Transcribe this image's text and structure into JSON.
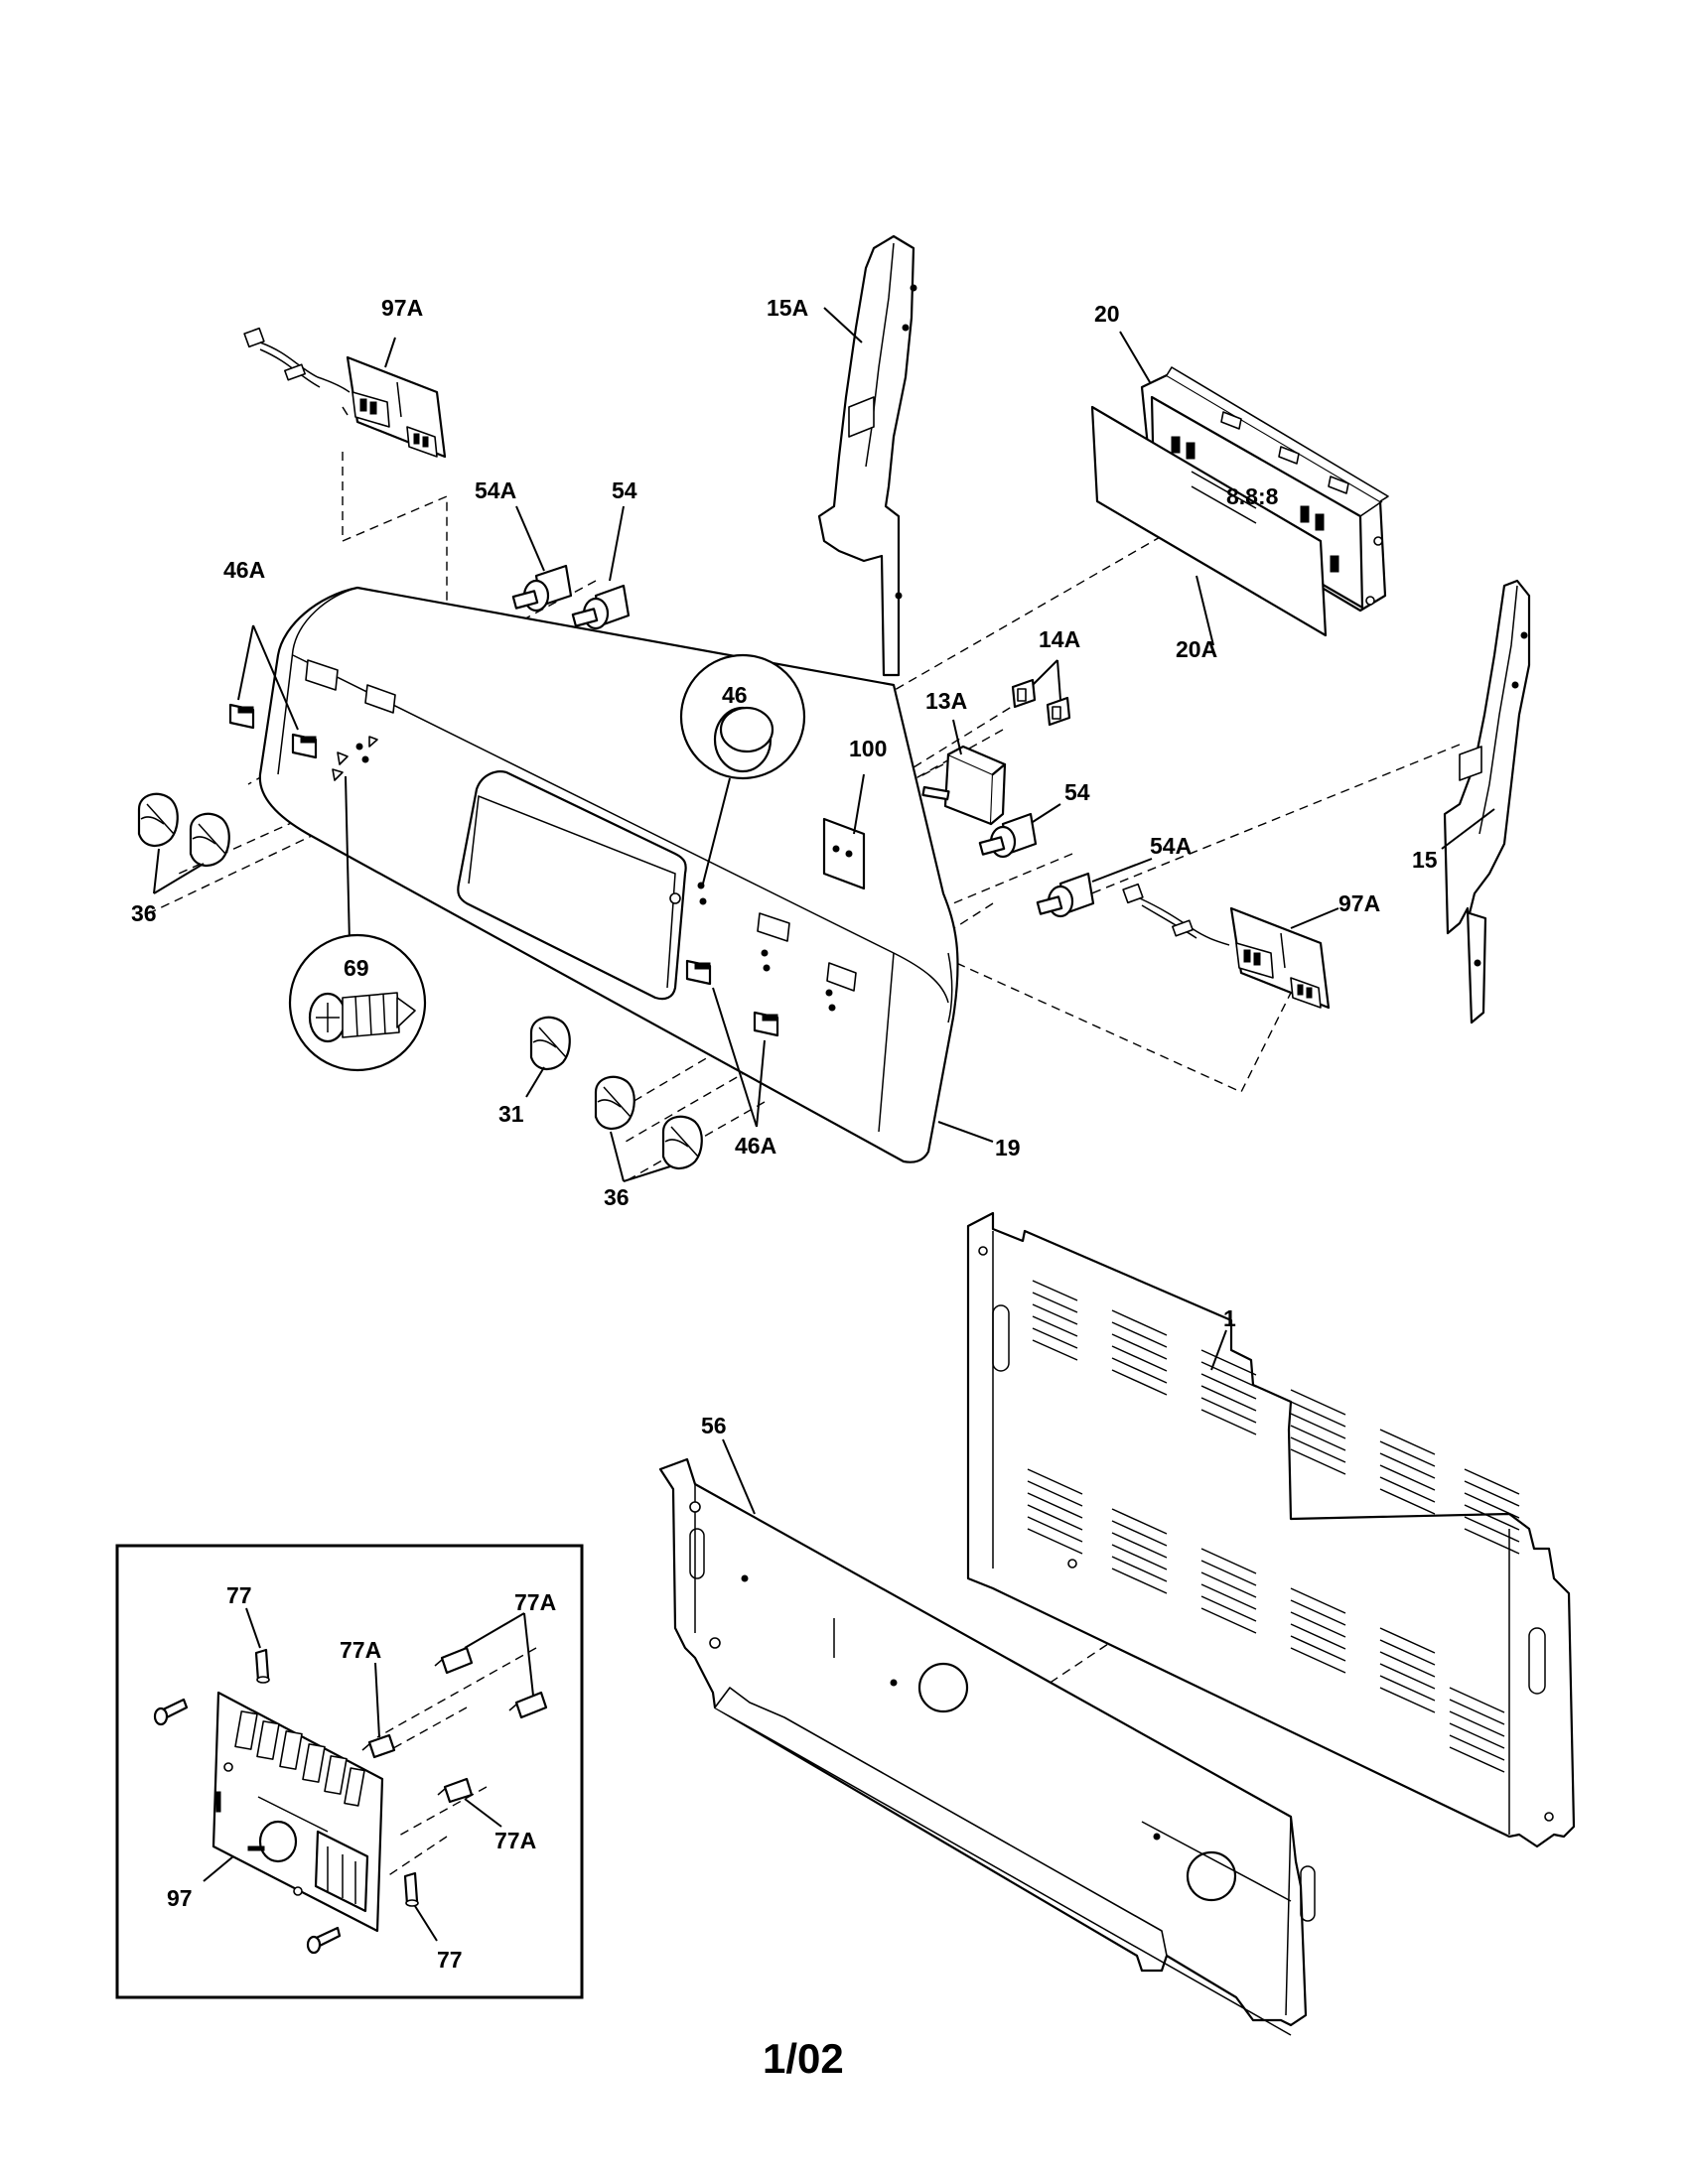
{
  "page_number": "1/02",
  "callouts": {
    "c_97A_top": "97A",
    "c_15A": "15A",
    "c_20": "20",
    "c_54A_top": "54A",
    "c_54_top": "54",
    "c_46A_top": "46A",
    "c_20A": "20A",
    "c_14A": "14A",
    "c_46": "46",
    "c_13A": "13A",
    "c_100": "100",
    "c_54_mid": "54",
    "c_54A_mid": "54A",
    "c_15": "15",
    "c_97A_mid": "97A",
    "c_36_left": "36",
    "c_69": "69",
    "c_31": "31",
    "c_46A_bottom": "46A",
    "c_19": "19",
    "c_36_bottom": "36",
    "c_1": "1",
    "c_56": "56",
    "c_77_top": "77",
    "c_77A_right": "77A",
    "c_77A_left": "77A",
    "c_77A_lower": "77A",
    "c_97": "97",
    "c_77_bottom": "77"
  }
}
